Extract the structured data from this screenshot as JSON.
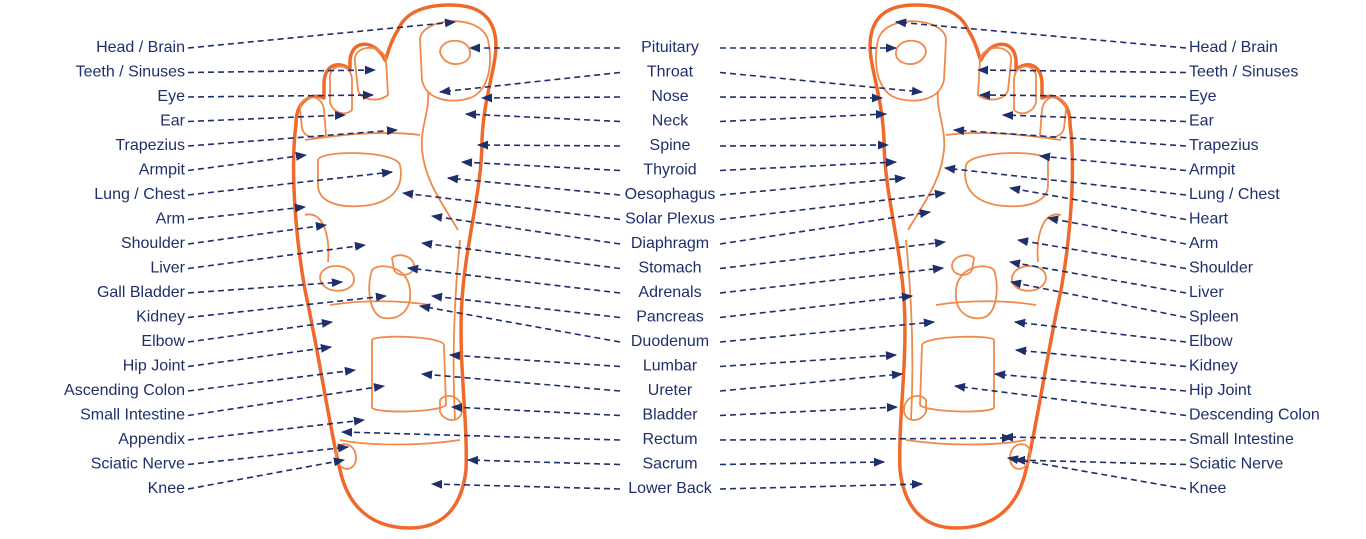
{
  "diagram": {
    "colors": {
      "text": "#1f2f6b",
      "leader": "#1f2f6b",
      "foot_outline": "#ef6a2a",
      "foot_zones": "#f08a4b"
    },
    "left_labels": [
      "Head / Brain",
      "Teeth / Sinuses",
      "Eye",
      "Ear",
      "Trapezius",
      "Armpit",
      "Lung / Chest",
      "Arm",
      "Shoulder",
      "Liver",
      "Gall Bladder",
      "Kidney",
      "Elbow",
      "Hip Joint",
      "Ascending Colon",
      "Small Intestine",
      "Appendix",
      "Sciatic Nerve",
      "Knee"
    ],
    "center_labels": [
      "Pituitary",
      "Throat",
      "Nose",
      "Neck",
      "Spine",
      "Thyroid",
      "Oesophagus",
      "Solar Plexus",
      "Diaphragm",
      "Stomach",
      "Adrenals",
      "Pancreas",
      "Duodenum",
      "Lumbar",
      "Ureter",
      "Bladder",
      "Rectum",
      "Sacrum",
      "Lower Back"
    ],
    "right_labels": [
      "Head / Brain",
      "Teeth / Sinuses",
      "Eye",
      "Ear",
      "Trapezius",
      "Armpit",
      "Lung / Chest",
      "Heart",
      "Arm",
      "Shoulder",
      "Liver",
      "Spleen",
      "Elbow",
      "Kidney",
      "Hip Joint",
      "Descending Colon",
      "Small Intestine",
      "Sciatic Nerve",
      "Knee"
    ]
  }
}
